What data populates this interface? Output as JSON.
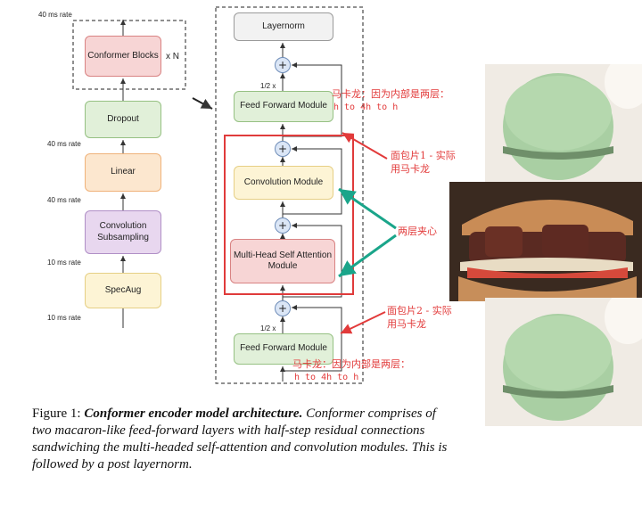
{
  "left_stack": {
    "rate_top": "40 ms rate",
    "conformer_blocks": "Conformer Blocks",
    "xn": "x N",
    "dropout": "Dropout",
    "rate_1": "40 ms rate",
    "linear": "Linear",
    "rate_2": "40 ms rate",
    "conv_subsampling": "Convolution\nSubsampling",
    "rate_3": "10 ms rate",
    "specaug": "SpecAug",
    "rate_bottom": "10 ms rate"
  },
  "block": {
    "layernorm": "Layernorm",
    "half_top": "1/2 x",
    "ffm_top": "Feed Forward Module",
    "conv_module": "Convolution Module",
    "mhsa": "Multi-Head Self Attention\nModule",
    "half_bottom": "1/2 x",
    "ffm_bottom": "Feed Forward Module",
    "plus": "+"
  },
  "annotations": {
    "macaron_top_line1": "马卡龙：因为内部是两层：",
    "macaron_top_line2": "h to 4h to h",
    "bread1_line1": "面包片1 - 实际",
    "bread1_line2": "用马卡龙",
    "filling": "两层夹心",
    "bread2_line1": "面包片2 - 实际",
    "bread2_line2": "用马卡龙",
    "macaron_bottom_line1": "马卡龙：因为内部是两层：",
    "macaron_bottom_line2": "h to 4h to h"
  },
  "caption": {
    "prefix": "Figure 1: ",
    "bold": "Conformer encoder model architecture.",
    "rest": " Conformer comprises of two macaron-like feed-forward layers with half-step residual connections sandwiching the multi-headed self-attention and convolution modules. This is followed by a post layernorm."
  },
  "colors": {
    "annotation_red": "#e23a3a",
    "arrow_teal": "#1aa58a",
    "residual_box": "#e03b3b",
    "macaron": "#a9cfa3"
  }
}
